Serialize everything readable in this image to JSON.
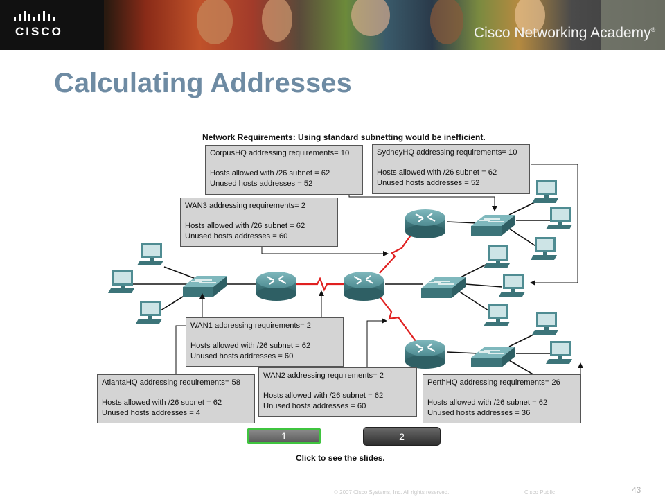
{
  "header": {
    "logo_text": "CISCO",
    "academy_brand": "Cisco",
    "academy_rest": " Networking Academy",
    "academy_mark": "®"
  },
  "page_title": "Calculating Addresses",
  "diagram": {
    "heading": "Network Requirements: Using standard subnetting would be inefficient.",
    "notes": {
      "corpus": {
        "line1": "CorpusHQ addressing requirements= 10",
        "line2": "Hosts allowed with /26 subnet = 62",
        "line3": "Unused hosts addresses = 52"
      },
      "sydney": {
        "line1": "SydneyHQ addressing requirements= 10",
        "line2": "Hosts allowed with /26 subnet = 62",
        "line3": "Unused hosts addresses = 52"
      },
      "wan3": {
        "line1": "WAN3 addressing requirements= 2",
        "line2": "Hosts allowed with /26 subnet = 62",
        "line3": "Unused hosts addresses = 60"
      },
      "wan1": {
        "line1": "WAN1 addressing requirements= 2",
        "line2": "Hosts allowed with /26 subnet = 62",
        "line3": "Unused hosts addresses = 60"
      },
      "wan2": {
        "line1": "WAN2 addressing requirements= 2",
        "line2": "Hosts allowed with /26 subnet = 62",
        "line3": "Unused hosts addresses = 60"
      },
      "atlanta": {
        "line1": "AtlantaHQ addressing requirements= 58",
        "line2": "Hosts allowed with /26 subnet = 62",
        "line3": "Unused hosts addresses = 4"
      },
      "perth": {
        "line1": "PerthHQ addressing requirements= 26",
        "line2": "Hosts allowed with /26 subnet = 62",
        "line3": "Unused hosts addresses = 36"
      }
    }
  },
  "nav": {
    "button1": "1",
    "button2": "2",
    "caption": "Click to see the slides."
  },
  "footer": {
    "copyright": "© 2007 Cisco Systems, Inc. All rights reserved.",
    "classification": "Cisco Public",
    "page_number": "43"
  },
  "colors": {
    "title": "#6e8ba3",
    "wan_link": "#e02020",
    "device": "#4f8c92",
    "active_button_border": "#3fc43f"
  }
}
